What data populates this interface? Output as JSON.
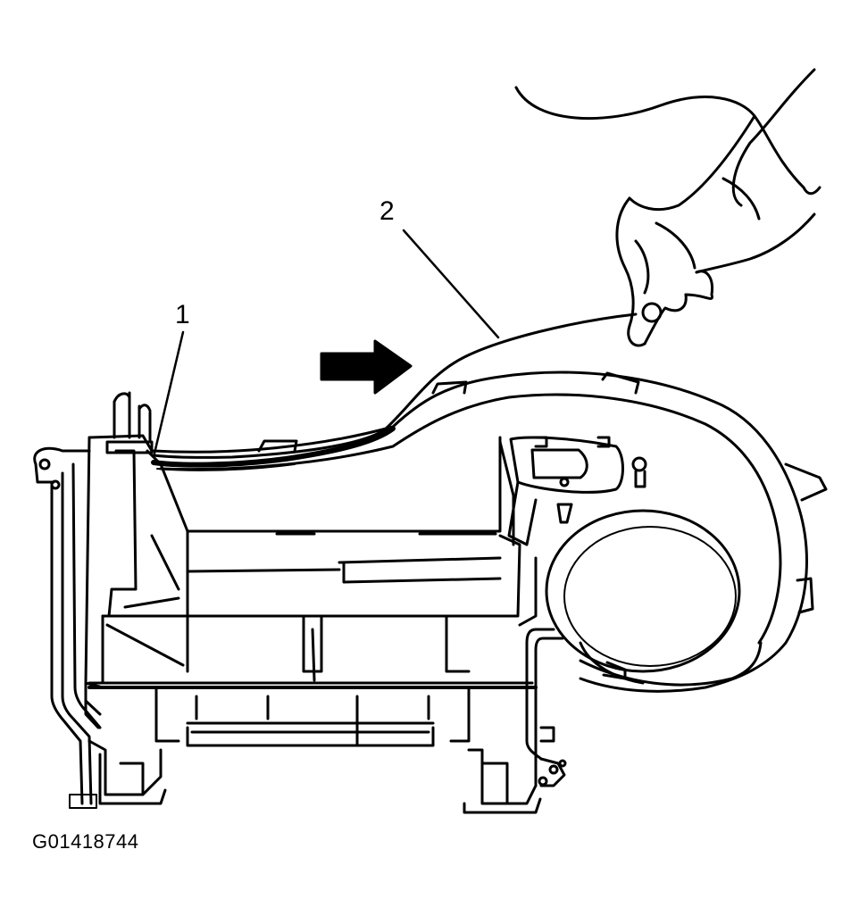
{
  "callouts": [
    {
      "number": "1"
    },
    {
      "number": "2"
    }
  ],
  "figure_id": "G01418744",
  "colors": {
    "line": "#000000",
    "background": "#ffffff"
  },
  "icons": [
    "direction-arrow-icon",
    "hand-illustration"
  ]
}
